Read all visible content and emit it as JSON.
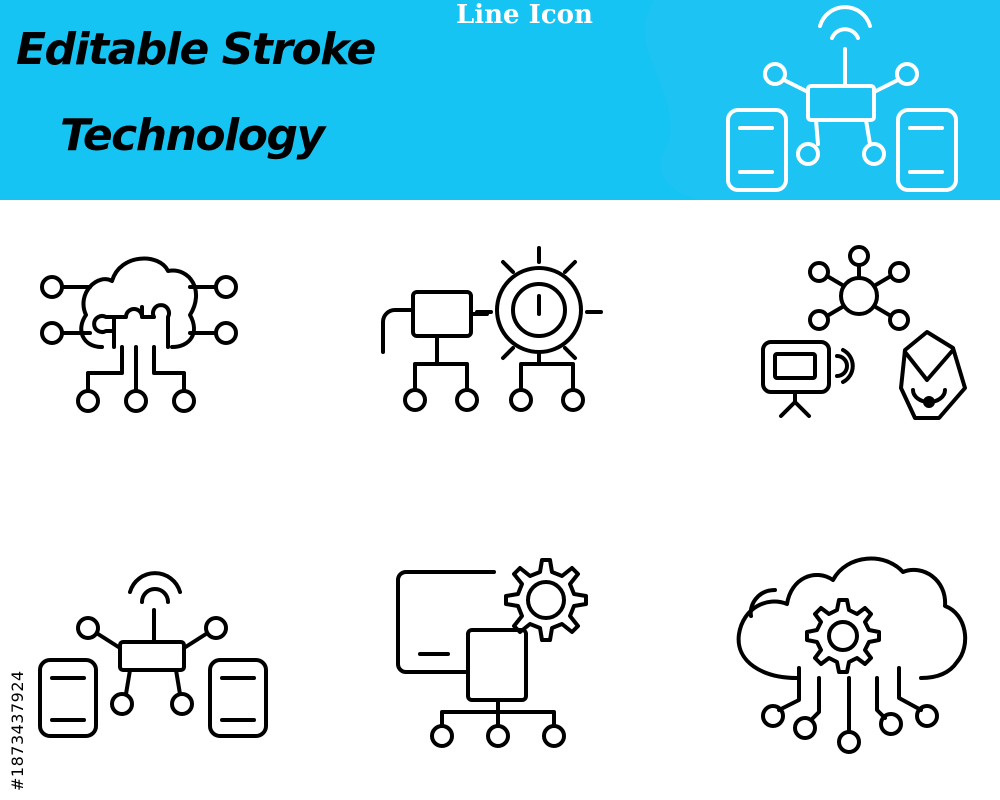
{
  "header": {
    "title_line1": "Editable Stroke",
    "title_line2": "Technology",
    "subtitle": "Line Icon",
    "banner_color": "#16c4f4",
    "title_color": "#000000",
    "subtitle_color": "#ffffff"
  },
  "stock_id": "#1873437924",
  "icons": [
    {
      "name": "network-hub-icon",
      "color": "#ffffff"
    },
    {
      "name": "cloud-circuit-icon",
      "color": "#000000"
    },
    {
      "name": "gear-power-hierarchy-icon",
      "color": "#000000"
    },
    {
      "name": "network-projector-crystal-icon",
      "color": "#000000"
    },
    {
      "name": "network-hub-icon",
      "color": "#000000"
    },
    {
      "name": "monitor-gear-hierarchy-icon",
      "color": "#000000"
    },
    {
      "name": "cloud-gear-circuit-icon",
      "color": "#000000"
    }
  ]
}
